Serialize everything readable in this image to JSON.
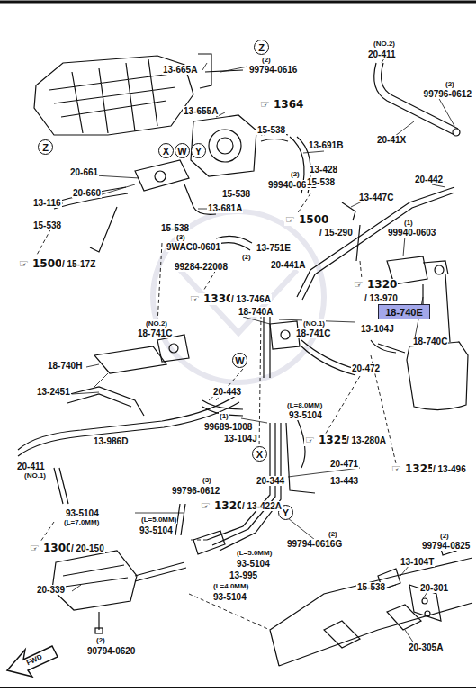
{
  "diagram": {
    "nodes": [
      {
        "text": [
          "Z"
        ]
      },
      {
        "text": [
          "Z"
        ]
      },
      {
        "text": [
          "X"
        ]
      },
      {
        "text": [
          "W"
        ]
      },
      {
        "text": [
          "Y"
        ]
      },
      {
        "text": [
          "18-740E"
        ]
      },
      {
        "text": [
          "W"
        ]
      },
      {
        "text": [
          "X"
        ]
      },
      {
        "text": [
          "Y"
        ]
      }
    ],
    "labels": [
      "13-665A",
      "(2)",
      "99794-0616",
      "(NO.2)",
      "20-411",
      "13-655A",
      "☞ 1364",
      "(2)",
      "99796-0612",
      "15-538",
      "13-691B",
      "20-41X",
      "20-661",
      "(2)",
      "99940-0601",
      "13-428",
      "15-538",
      "20-442",
      "20-660",
      "15-538",
      "13-447C",
      "13-116",
      "13-681A",
      "15-538",
      "15-538",
      "☞ 1500",
      "/ 15-290",
      "(1)",
      "99940-0603",
      "(3)",
      "9WAC0-0601",
      "13-751E",
      "(2)",
      "99284-22008",
      "20-441A",
      "☞ 1500",
      "/ 15-17Z",
      "☞ 1320",
      "/ 13-970",
      "☞ 1330",
      "/ 13-746A",
      "18-740A",
      "(NO.1)",
      "18-741C",
      "(NO.2)",
      "18-741C",
      "13-104J",
      "18-740C",
      "18-740H",
      "20-472",
      "13-2451",
      "20-443",
      "(L=8.0MM)",
      "93-5104",
      "(1)",
      "99689-1008",
      "13-104J",
      "13-986D",
      "☞ 1325",
      "/ 13-280A",
      "20-411",
      "(NO.1)",
      "20-344",
      "20-471",
      "13-443",
      "(3)",
      "99796-0612",
      "☞ 1325",
      "/ 13-496",
      "93-5104",
      "(L=7.0MM)",
      "☞ 1320",
      "/ 13-422A",
      "(L=5.0MM)",
      "93-5104",
      "(2)",
      "99794-0616G",
      "☞ 1300",
      "/ 20-150",
      "(L=5.0MM)",
      "93-5104",
      "(2)",
      "99794-0825",
      "13-995",
      "(L=4.0MM)",
      "93-5104",
      "13-104T",
      "20-339",
      "15-538",
      "20-301",
      "(2)",
      "90794-0620",
      "20-305A",
      "FWD"
    ]
  }
}
